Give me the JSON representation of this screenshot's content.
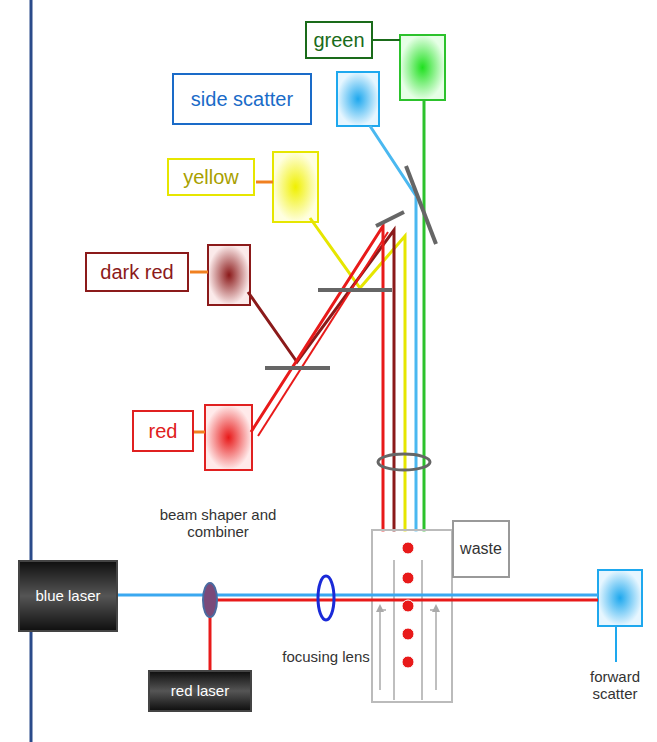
{
  "diagram": {
    "nodes": [
      {
        "text": [
          "green"
        ]
      },
      {
        "text": [
          "side scatter"
        ]
      },
      {
        "text": [
          "yellow"
        ]
      },
      {
        "text": [
          "dark red"
        ]
      },
      {
        "text": [
          "red"
        ]
      },
      {
        "text": [
          "waste"
        ]
      },
      {
        "text": [
          "blue laser"
        ]
      },
      {
        "text": [
          "red laser"
        ]
      }
    ],
    "labels": [
      "beam shaper and combiner",
      "focusing lens",
      "forward scatter"
    ]
  }
}
